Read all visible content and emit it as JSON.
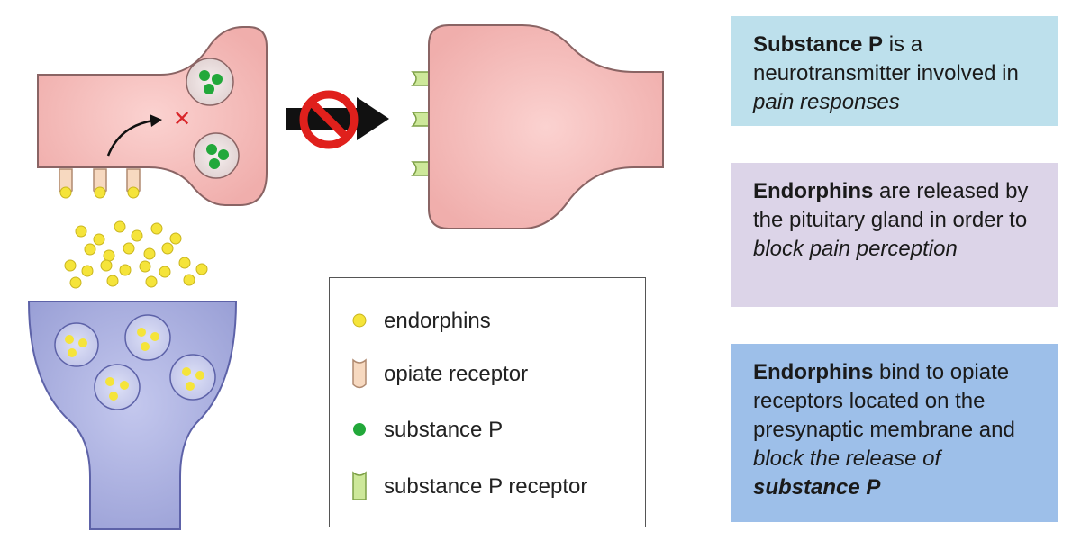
{
  "legend": {
    "items": [
      {
        "label": "endorphins",
        "icon": "yellow-dot-icon",
        "color": "#f5e43a"
      },
      {
        "label": "opiate receptor",
        "icon": "opiate-receptor-icon",
        "color": "#f7d9c0"
      },
      {
        "label": "substance P",
        "icon": "green-dot-icon",
        "color": "#22a83a"
      },
      {
        "label": "substance P receptor",
        "icon": "substance-p-receptor-icon",
        "color": "#cde89a"
      }
    ]
  },
  "info_boxes": [
    {
      "color": "#bde0ec",
      "segments": [
        {
          "text": "Substance P",
          "style": "bold"
        },
        {
          "text": " is a neurotransmitter involved in ",
          "style": "normal"
        },
        {
          "text": "pain responses",
          "style": "italic"
        }
      ]
    },
    {
      "color": "#dcd4e8",
      "segments": [
        {
          "text": "Endorphins",
          "style": "bold"
        },
        {
          "text": " are released by the pituitary gland in order to ",
          "style": "normal"
        },
        {
          "text": "block pain perception",
          "style": "italic"
        }
      ]
    },
    {
      "color": "#9dbfe9",
      "segments": [
        {
          "text": "Endorphins",
          "style": "bold"
        },
        {
          "text": " bind to opiate receptors located on the presynaptic membrane and ",
          "style": "normal"
        },
        {
          "text": "block the release of ",
          "style": "italic"
        },
        {
          "text": "substance P",
          "style": "bold-italic"
        }
      ]
    }
  ],
  "colors": {
    "presynaptic_neuron": "#f2b4b2",
    "postsynaptic_neuron": "#f2b4b2",
    "endorphin_neuron": "#a3a8dc",
    "neuron_outline": "#7a5a5a",
    "block_symbol": "#e0201c",
    "x_mark": "#d9262a"
  },
  "symbols": {
    "x_mark": "✕"
  }
}
